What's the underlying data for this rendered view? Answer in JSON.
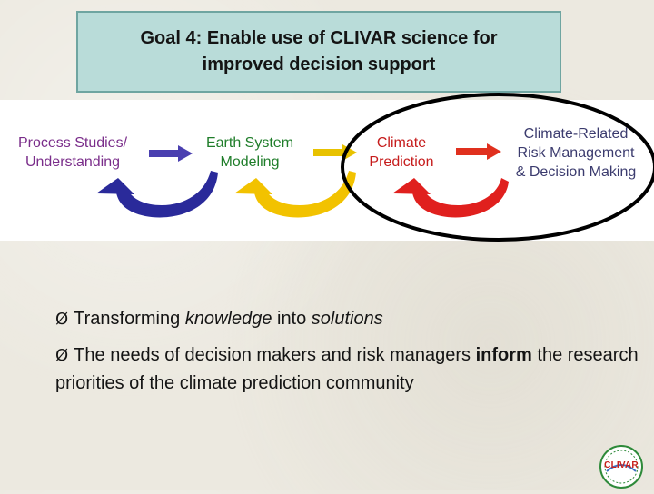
{
  "goal": {
    "line1": "Goal 4: Enable use of CLIVAR science for",
    "line2": "improved decision support"
  },
  "stages": [
    {
      "line1": "Process Studies/",
      "line2": "Understanding",
      "color": "#7a2d8a"
    },
    {
      "line1": "Earth System",
      "line2": "Modeling",
      "color": "#1f7d2a"
    },
    {
      "line1": "Climate",
      "line2": "Prediction",
      "color": "#c61c1c"
    },
    {
      "line1": "Climate-Related",
      "line2": "Risk Management",
      "line3": "& Decision Making",
      "color": "#3b3b6e"
    }
  ],
  "arrow_colors": {
    "forward_1": "#4a3fb0",
    "forward_2": "#e8c200",
    "forward_3": "#e0301e",
    "curved_1": "#2a2a9a",
    "curved_2": "#f2c200",
    "curved_3": "#e0201e",
    "ellipse": "#000000"
  },
  "bullets": {
    "glyph": "Ø",
    "b1_pre": "Transforming ",
    "b1_italic1": "knowledge",
    "b1_mid": " into ",
    "b1_italic2": "solutions",
    "b2_pre": "The needs of decision makers and risk managers ",
    "b2_bold": "inform",
    "b2_post": " the research priorities of the climate prediction community"
  },
  "logo": {
    "text": "CLIVAR",
    "icon": "clivar-logo"
  }
}
